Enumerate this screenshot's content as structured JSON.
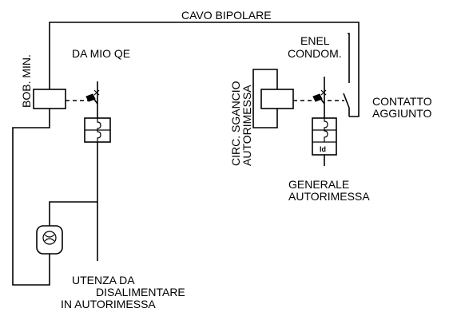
{
  "labels": {
    "cable": "CAVO BIPOLARE",
    "min_coil": "BOB. MIN.",
    "from_panel": "DA MIO QE",
    "enel": "ENEL",
    "condom": "CONDOM.",
    "trip_circuit_line1": "CIRC. SGANCIO",
    "trip_circuit_line2": "AUTORIMESSA",
    "aux_contact_line1": "CONTATTO",
    "aux_contact_line2": "AGGIUNTO",
    "main_garage_line1": "GENERALE",
    "main_garage_line2": "AUTORIMESSA",
    "load_line1": "UTENZA DA",
    "load_line2": "DISALIMENTARE",
    "load_line3": "IN AUTORIMESSA",
    "differential_mark": "Id"
  }
}
